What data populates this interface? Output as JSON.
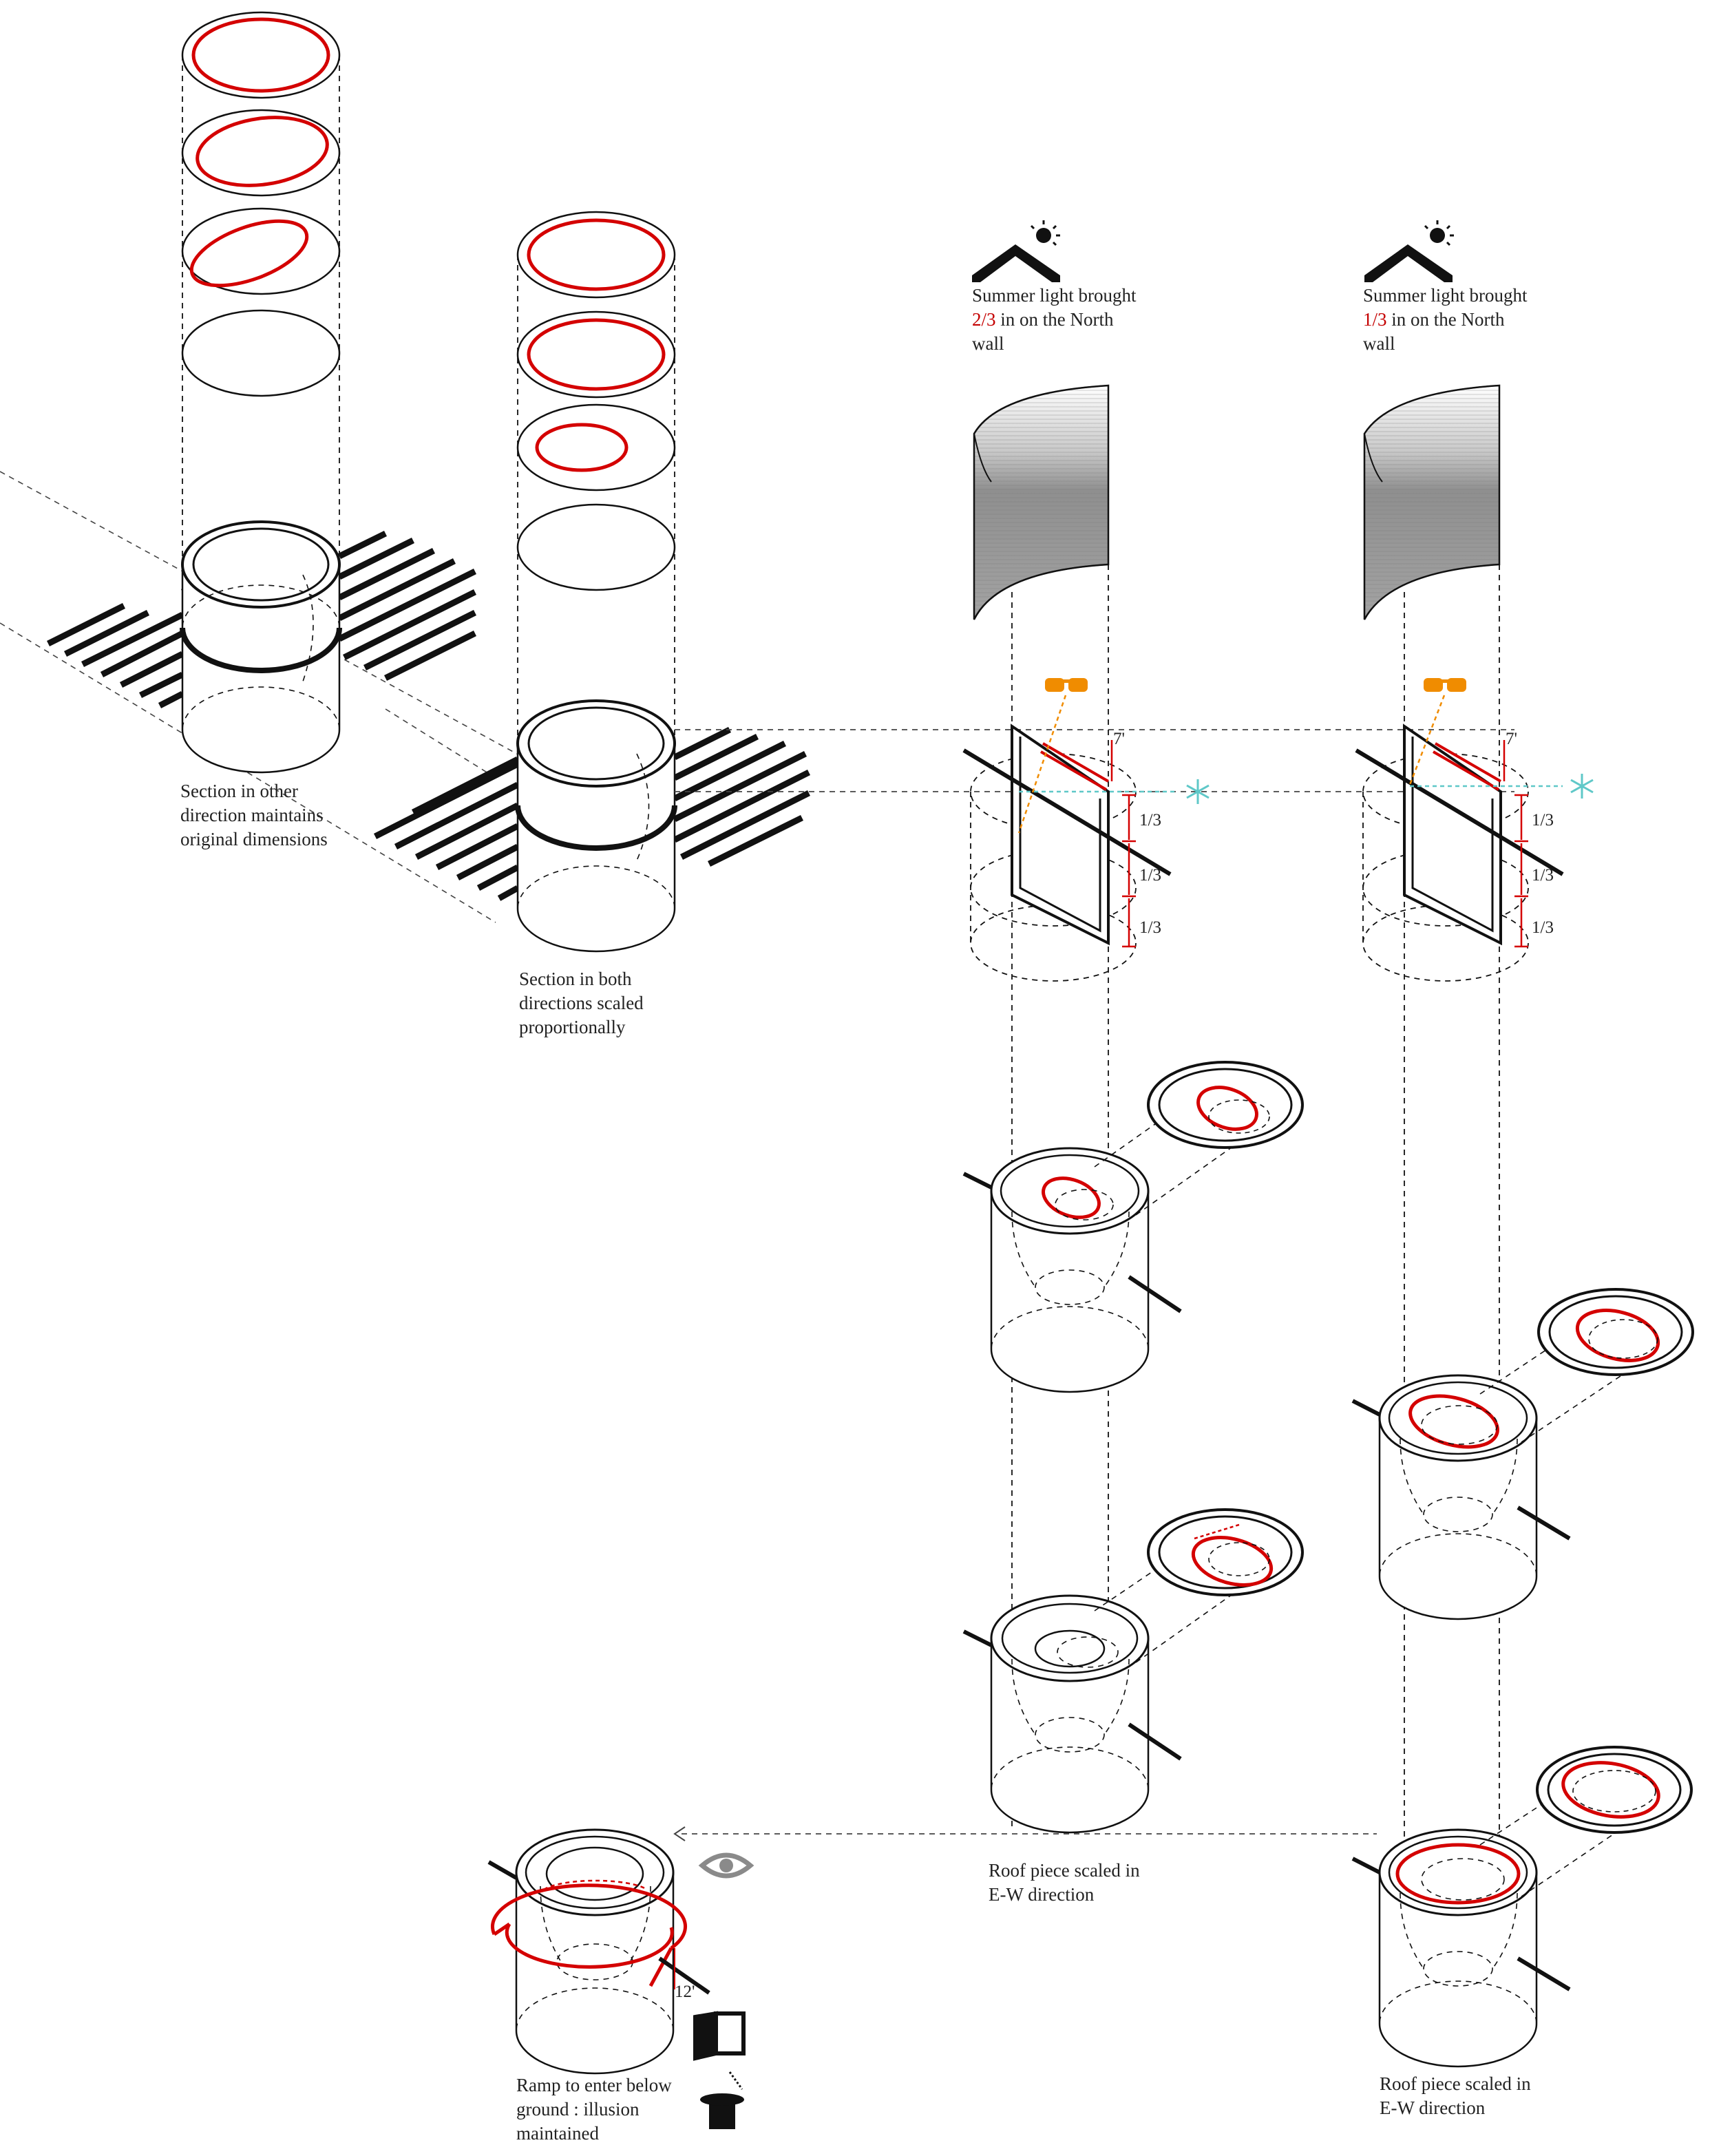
{
  "captions": {
    "section_other": [
      "Section in other",
      "direction maintains",
      "original dimensions"
    ],
    "section_both": [
      "Section in both",
      "directions scaled",
      "proportionally"
    ],
    "summer_a": {
      "line1": "Summer light brought",
      "fraction": "2/3",
      "rest": " in on the North",
      "line3": "wall"
    },
    "summer_b": {
      "line1": "Summer light brought",
      "fraction": "1/3",
      "rest": " in on the North",
      "line3": "wall"
    },
    "roof_a": [
      "Roof piece scaled in",
      "E-W direction"
    ],
    "roof_b": [
      "Roof piece scaled in",
      "E-W direction"
    ],
    "ramp": [
      "Ramp to enter below",
      "ground : illusion",
      "maintained"
    ]
  },
  "dimensions": {
    "seven_a": "7'",
    "seven_b": "7'",
    "twelve": "12'",
    "thirds_a": [
      "1/3",
      "1/3",
      "1/3"
    ],
    "thirds_b": [
      "1/3",
      "1/3",
      "1/3"
    ]
  },
  "icons": [
    "house-sun-icon",
    "sunglasses-icon",
    "snowflake-icon",
    "eye-icon",
    "door-icon",
    "top-hat-icon"
  ],
  "colors": {
    "accent_red": "#d40000",
    "line": "#111111",
    "orange": "#f08c00",
    "ice": "#5fc8c8"
  }
}
